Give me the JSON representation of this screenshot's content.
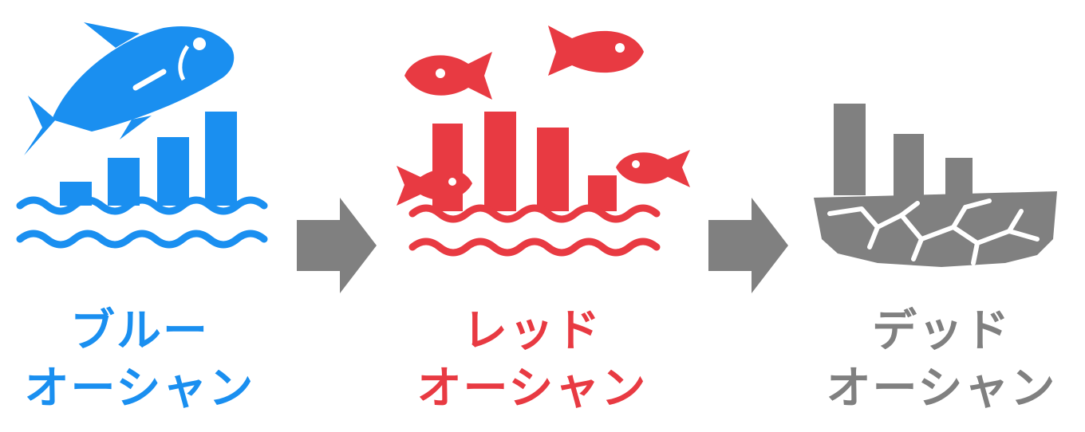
{
  "colors": {
    "blue": "#1a8ff0",
    "red": "#e83a42",
    "gray": "#808080",
    "arrow": "#808080",
    "background": "#ffffff"
  },
  "stages": [
    {
      "line1": "ブルー",
      "line2": "オーシャン",
      "icon": "fish-over-rising-bars-icon",
      "color": "#1a8ff0"
    },
    {
      "line1": "レッド",
      "line2": "オーシャン",
      "icon": "crowded-fish-bars-icon",
      "color": "#e83a42"
    },
    {
      "line1": "デッド",
      "line2": "オーシャン",
      "icon": "cracked-dry-ground-icon",
      "color": "#808080"
    }
  ],
  "arrows": [
    "right-arrow-icon",
    "right-arrow-icon"
  ]
}
